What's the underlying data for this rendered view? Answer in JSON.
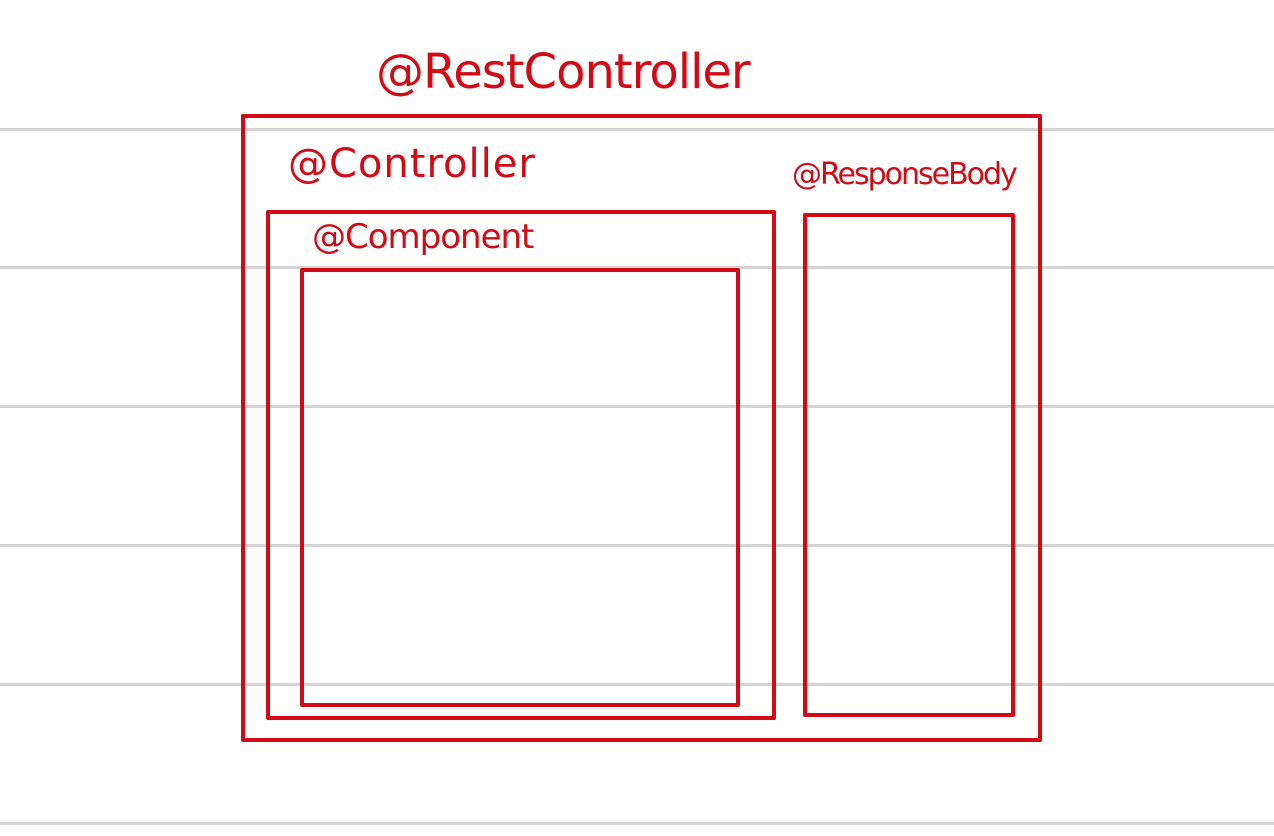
{
  "diagram": {
    "stroke_color": "#d20a16",
    "ruled_line_color": "#d4d4d4",
    "background_color": "#ffffff",
    "boxes": {
      "rest_controller": {
        "label": "@RestController"
      },
      "controller": {
        "label": "@Controller"
      },
      "component": {
        "label": "@Component"
      },
      "response_body": {
        "label": "@ResponseBody"
      }
    }
  }
}
